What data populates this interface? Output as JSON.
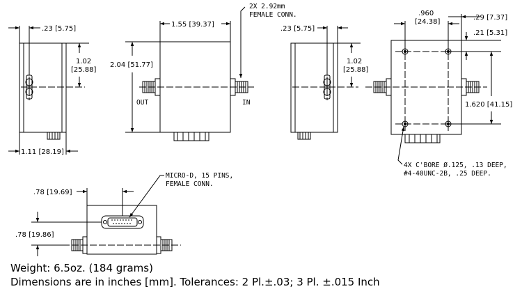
{
  "footer": {
    "weight": "Weight: 6.5oz. (184 grams)",
    "dimensions_note": "Dimensions are in inches [mm]. Tolerances: 2 Pl.±.03; 3 Pl. ±.015 Inch"
  },
  "labels": {
    "dim_023_left": ".23 [5.75]",
    "dim_102_left": "1.02",
    "dim_102_left_mm": "[25.88]",
    "dim_111": "1.11 [28.19]",
    "dim_155": "1.55 [39.37]",
    "dim_204": "2.04 [51.77]",
    "conn_note_1": "2X 2.92mm",
    "conn_note_2": "FEMALE CONN.",
    "port_out": "OUT",
    "port_in": "IN",
    "dim_023_right": ".23 [5.75]",
    "dim_102_right": "1.02",
    "dim_102_right_mm": "[25.88]",
    "dim_960": ".960",
    "dim_960_mm": "[24.38]",
    "dim_029": ".29 [7.37]",
    "dim_021": ".21 [5.31]",
    "dim_1620": "1.620 [41.15]",
    "bore_note_1": "4X C'BORE Ø.125, .13 DEEP,",
    "bore_note_2": "#4-40UNC-2B, .25 DEEP.",
    "dim_078_h": ".78 [19.69]",
    "dim_078_v": ".78 [19.86]",
    "micro_note_1": "MICRO-D, 15 PINS,",
    "micro_note_2": "FEMALE CONN."
  }
}
